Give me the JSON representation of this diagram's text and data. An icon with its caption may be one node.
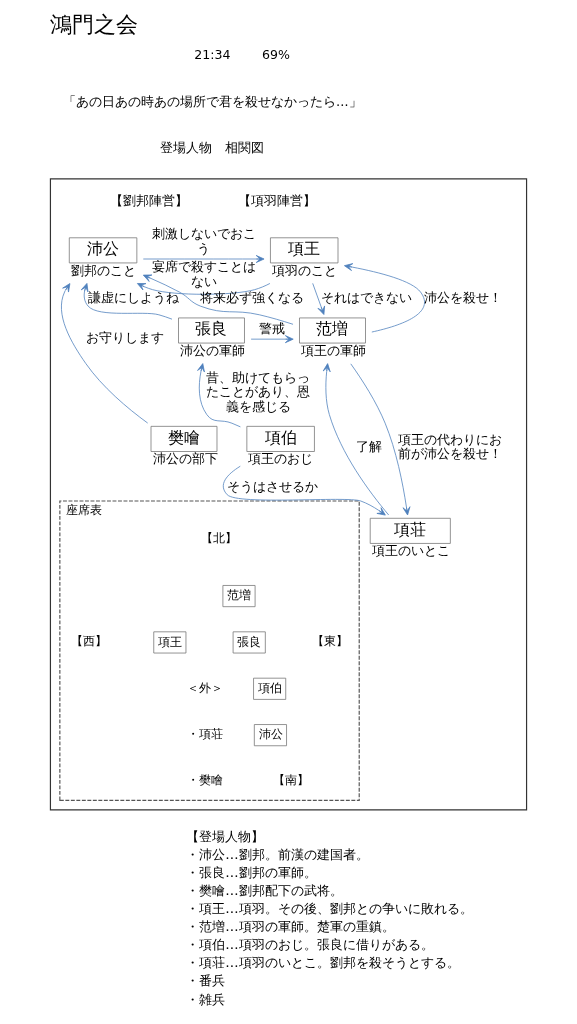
{
  "diagram": {
    "title": "鴻門之会",
    "nodes": [
      {
        "text": [],
        "shape": "box"
      },
      {
        "text": [
          "沛公"
        ],
        "beside": [
          "劉邦のこと"
        ],
        "in": 0
      },
      {
        "text": [
          "項王"
        ],
        "beside": [
          "項羽のこと"
        ],
        "in": 0
      },
      {
        "text": [
          "張良"
        ],
        "beside": [
          "沛公の軍師"
        ],
        "in": 0
      },
      {
        "text": [
          "范増"
        ],
        "beside": [
          "項王の軍師"
        ],
        "in": 0
      },
      {
        "text": [
          "樊噲"
        ],
        "beside": [
          "沛公の部下"
        ],
        "in": 0
      },
      {
        "text": [
          "項伯"
        ],
        "beside": [
          "項王のおじ"
        ],
        "in": 0
      },
      {
        "text": [
          "項荘"
        ],
        "beside": [
          "項王のいとこ"
        ],
        "in": 0
      },
      {
        "text": [
          "座席表"
        ],
        "in": 0
      },
      {
        "text": [
          "范増"
        ],
        "in": 8
      },
      {
        "text": [
          "項王"
        ],
        "in": 8
      },
      {
        "text": [
          "張良"
        ],
        "in": 8
      },
      {
        "text": [
          "項伯"
        ],
        "in": 8
      },
      {
        "text": [
          "沛公"
        ],
        "in": 8
      }
    ],
    "edges": [
      {
        "from": 2,
        "to": 1,
        "arrow": "to",
        "label": "宴席で殺すことはない"
      },
      {
        "from": 1,
        "to": 2,
        "arrow": "to",
        "label": "刺激しないでおこう"
      },
      {
        "from": 3,
        "to": 1,
        "arrow": "to",
        "label": "謙虚にしようね"
      },
      {
        "from": 4,
        "to": 1,
        "arrow": "to",
        "label": "将来必ず強くなる"
      },
      {
        "from": 4,
        "to": 2,
        "arrow": "to",
        "label": "沛公を殺せ！"
      },
      {
        "from": 2,
        "to": 4,
        "arrow": "to",
        "label": "それはできない"
      },
      {
        "from": 3,
        "to": 4,
        "arrow": "to",
        "label": "警戒"
      },
      {
        "from": 5,
        "to": 1,
        "arrow": "to",
        "label": "お守りします"
      },
      {
        "from": 6,
        "to": 3,
        "arrow": "to",
        "label": "昔、助けてもらったことがあり、恩義を感じる"
      },
      {
        "from": 7,
        "to": 4,
        "arrow": "to",
        "label": "了解"
      },
      {
        "from": 4,
        "to": 7,
        "arrow": "to",
        "label": "項王の代わりにお前が沛公を殺せ！"
      },
      {
        "from": 6,
        "to": 7,
        "arrow": "to",
        "label": "そうはさせるか"
      }
    ],
    "labels": [
      "21:34",
      "69%",
      "「あの日あの時あの場所で君を殺せなかったら…」",
      "登場人物　相関図",
      "【劉邦陣営】",
      "【項羽陣営】",
      "【北】",
      "【西】",
      "【東】",
      "＜外＞",
      "・項荘",
      "・樊噲",
      "【南】",
      "【登場人物】",
      "・沛公…劉邦。前漢の建国者。",
      "・張良…劉邦の軍師。",
      "・樊噲…劉邦配下の武将。",
      "・項王…項羽。その後、劉邦との争いに敗れる。",
      "・范増…項羽の軍師。楚軍の重鎮。",
      "・項伯…項羽のおじ。張良に借りがある。",
      "・項荘…項羽のいとこ。劉邦を殺そうとする。",
      "・番兵",
      "・雑兵"
    ]
  }
}
